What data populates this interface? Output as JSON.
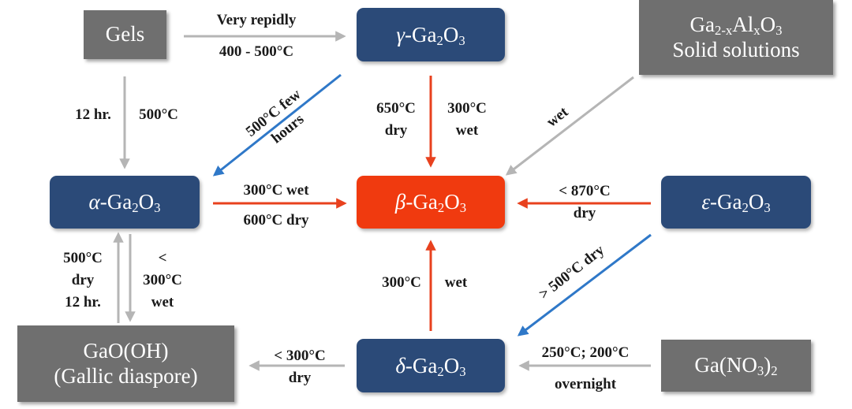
{
  "colors": {
    "gray_box": "#6f6f6f",
    "blue_box": "#2b4a78",
    "red_box": "#f03a0f",
    "gray_arrow": "#b5b5b5",
    "red_arrow": "#e8411e",
    "blue_arrow": "#2f78c8"
  },
  "nodes": {
    "gels": "Gels",
    "gamma": {
      "prefix": "γ",
      "rest": "-Ga",
      "sub1": "2",
      "o": "O",
      "sub2": "3"
    },
    "alpha": {
      "prefix": "α",
      "rest": "-Ga",
      "sub1": "2",
      "o": "O",
      "sub2": "3"
    },
    "beta": {
      "prefix": "β",
      "rest": "-Ga",
      "sub1": "2",
      "o": "O",
      "sub2": "3"
    },
    "epsilon": {
      "prefix": "ε",
      "rest": "-Ga",
      "sub1": "2",
      "o": "O",
      "sub2": "3"
    },
    "delta": {
      "prefix": "δ",
      "rest": "-Ga",
      "sub1": "2",
      "o": "O",
      "sub2": "3"
    },
    "solid": {
      "ga": "Ga",
      "sub1": "2-x",
      "al": "Al",
      "sub2": "x",
      "o": "O",
      "sub3": "3",
      "line2": "Solid solutions"
    },
    "gaooh": {
      "line1": "GaO(OH)",
      "line2": "(Gallic diaspore)"
    },
    "ganitrate": {
      "pre": "Ga(NO",
      "sub1": "3",
      "post": ")",
      "sub2": "2"
    }
  },
  "labels": {
    "very_repidly": "Very repidly",
    "t400_500": "400 - 500°C",
    "h12": "12 hr.",
    "t500": "500°C",
    "t500_few": "500°C few",
    "hours": "hours",
    "t650": "650°C",
    "dry": "dry",
    "t300": "300°C",
    "wet": "wet",
    "wet_diag": "wet",
    "t300_wet": "300°C wet",
    "t600_dry": "600°C dry",
    "lt870": "< 870°C",
    "dry_eps": "dry",
    "t500_left": "500°C",
    "dry_left": "dry",
    "h12_left": "12 hr.",
    "lt_sym": "<",
    "t300_right": "300°C",
    "wet_right": "wet",
    "t300_delta": "300°C",
    "wet_delta": "wet",
    "gt500_dry": "> 500°C dry",
    "lt300": "< 300°C",
    "dry_bottom": "dry",
    "t250_200": "250°C; 200°C",
    "overnight": "overnight"
  }
}
